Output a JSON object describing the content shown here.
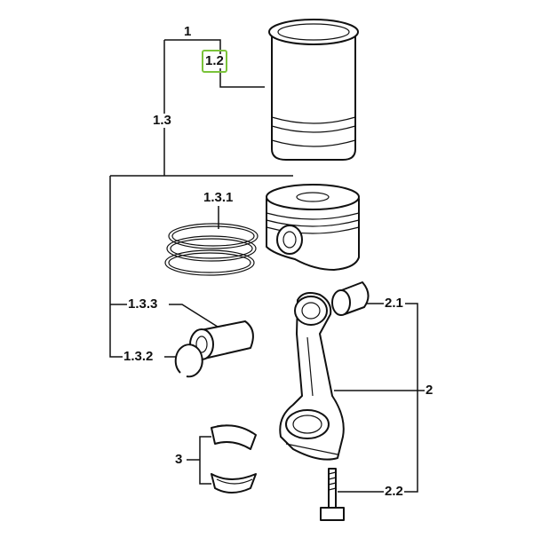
{
  "callouts": {
    "c1": "1",
    "c1_2": "1.2",
    "c1_3": "1.3",
    "c1_3_1": "1.3.1",
    "c1_3_3": "1.3.3",
    "c1_3_2": "1.3.2",
    "c2_1": "2.1",
    "c2": "2",
    "c2_2": "2.2",
    "c3": "3"
  },
  "highlight": {
    "target": "1.2",
    "color": "#7ac33a"
  }
}
